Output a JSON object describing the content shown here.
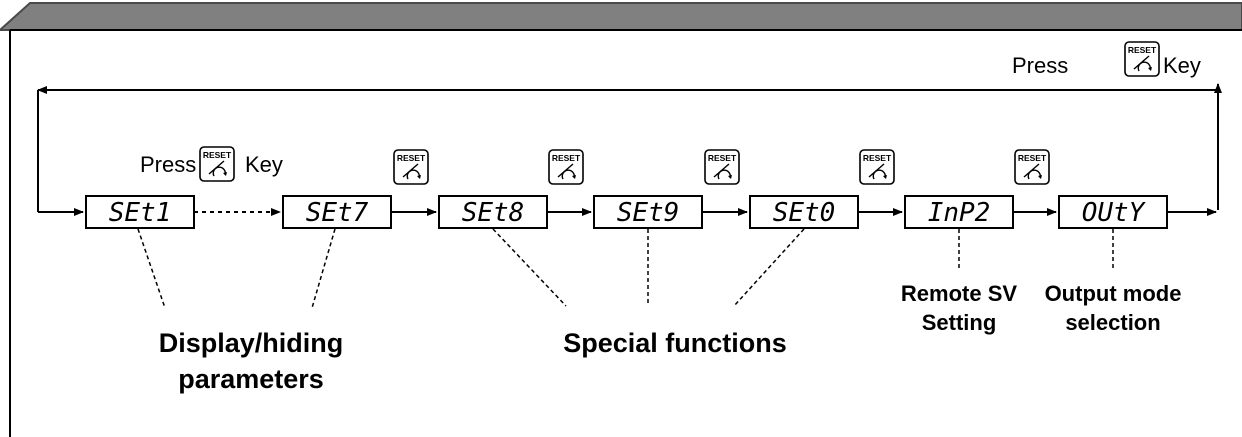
{
  "top_press": {
    "press": "Press",
    "key": "Key"
  },
  "left_press": {
    "press": "Press",
    "key": "Key"
  },
  "reset_key_label": "RESET",
  "displays": [
    "SEt1",
    "SEt7",
    "SEt8",
    "SEt9",
    "SEt0",
    "InP2",
    "OUtY"
  ],
  "annotations": {
    "display_hiding": [
      "Display/hiding",
      "parameters"
    ],
    "special_functions": "Special functions",
    "remote_sv": [
      "Remote SV",
      "Setting"
    ],
    "output_mode": [
      "Output mode",
      "selection"
    ]
  }
}
